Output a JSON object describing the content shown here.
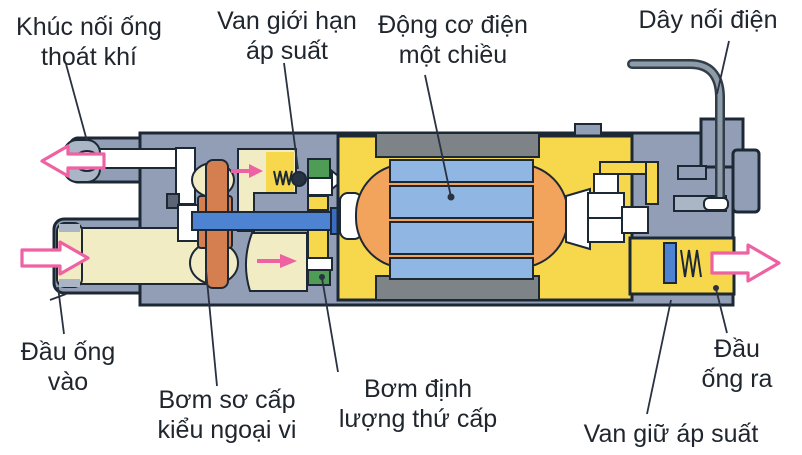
{
  "figure_title": "Electric fuel pump cross-section diagram",
  "colors": {
    "background": "#ffffff",
    "text": "#20262e",
    "outline": "#1d2835",
    "leader": "#2a3140",
    "casing": "#919eb6",
    "casing_light": "#aab5c5",
    "cream": "#f1ecc4",
    "motor_yellow": "#f7d84c",
    "armature_orange": "#f2a35c",
    "rotor_orange": "#d57f50",
    "winding_blue": "#90b6e3",
    "magnet_gray": "#7e8387",
    "valve_green": "#4e9c55",
    "shaft_blue": "#4e83d1",
    "ball": "#273243",
    "arrow_pink": "#ee61a2",
    "wire_dark": "#313d49",
    "wire_light": "#8e9ba8"
  },
  "labels": [
    {
      "id": "exhaust-connector",
      "text": "Khúc nối ống thoát khí",
      "lines": [
        "Khúc nối ống",
        "thoát khí"
      ]
    },
    {
      "id": "pressure-limit-valve",
      "text": "Van giới hạn áp suất",
      "lines": [
        "Van giới hạn",
        "áp suất"
      ]
    },
    {
      "id": "dc-motor",
      "text": "Động cơ điện một chiều",
      "lines": [
        "Động cơ điện",
        "một chiều"
      ]
    },
    {
      "id": "electric-wire",
      "text": "Dây nối điện",
      "lines": [
        "Dây nối điện"
      ]
    },
    {
      "id": "inlet-port",
      "text": "Đầu ống vào",
      "lines": [
        "Đầu ống",
        "vào"
      ]
    },
    {
      "id": "primary-pump",
      "text": "Bơm sơ cấp kiểu ngoại vi",
      "lines": [
        "Bơm sơ cấp",
        "kiểu ngoại vi"
      ]
    },
    {
      "id": "secondary-pump",
      "text": "Bơm định lượng thứ cấp",
      "lines": [
        "Bơm định",
        "lượng thứ cấp"
      ]
    },
    {
      "id": "pressure-keep-valve",
      "text": "Van giữ áp suất",
      "lines": [
        "Van giữ áp suất"
      ]
    },
    {
      "id": "outlet-port",
      "text": "Đầu ống ra",
      "lines": [
        "Đầu",
        "ống ra"
      ]
    }
  ],
  "flow_arrows": [
    {
      "name": "exhaust-out-arrow",
      "direction": "left"
    },
    {
      "name": "fuel-inlet-arrow",
      "direction": "right"
    },
    {
      "name": "fuel-outlet-arrow",
      "direction": "right"
    },
    {
      "name": "internal-flow-top",
      "direction": "right"
    },
    {
      "name": "internal-flow-bottom",
      "direction": "right"
    }
  ]
}
